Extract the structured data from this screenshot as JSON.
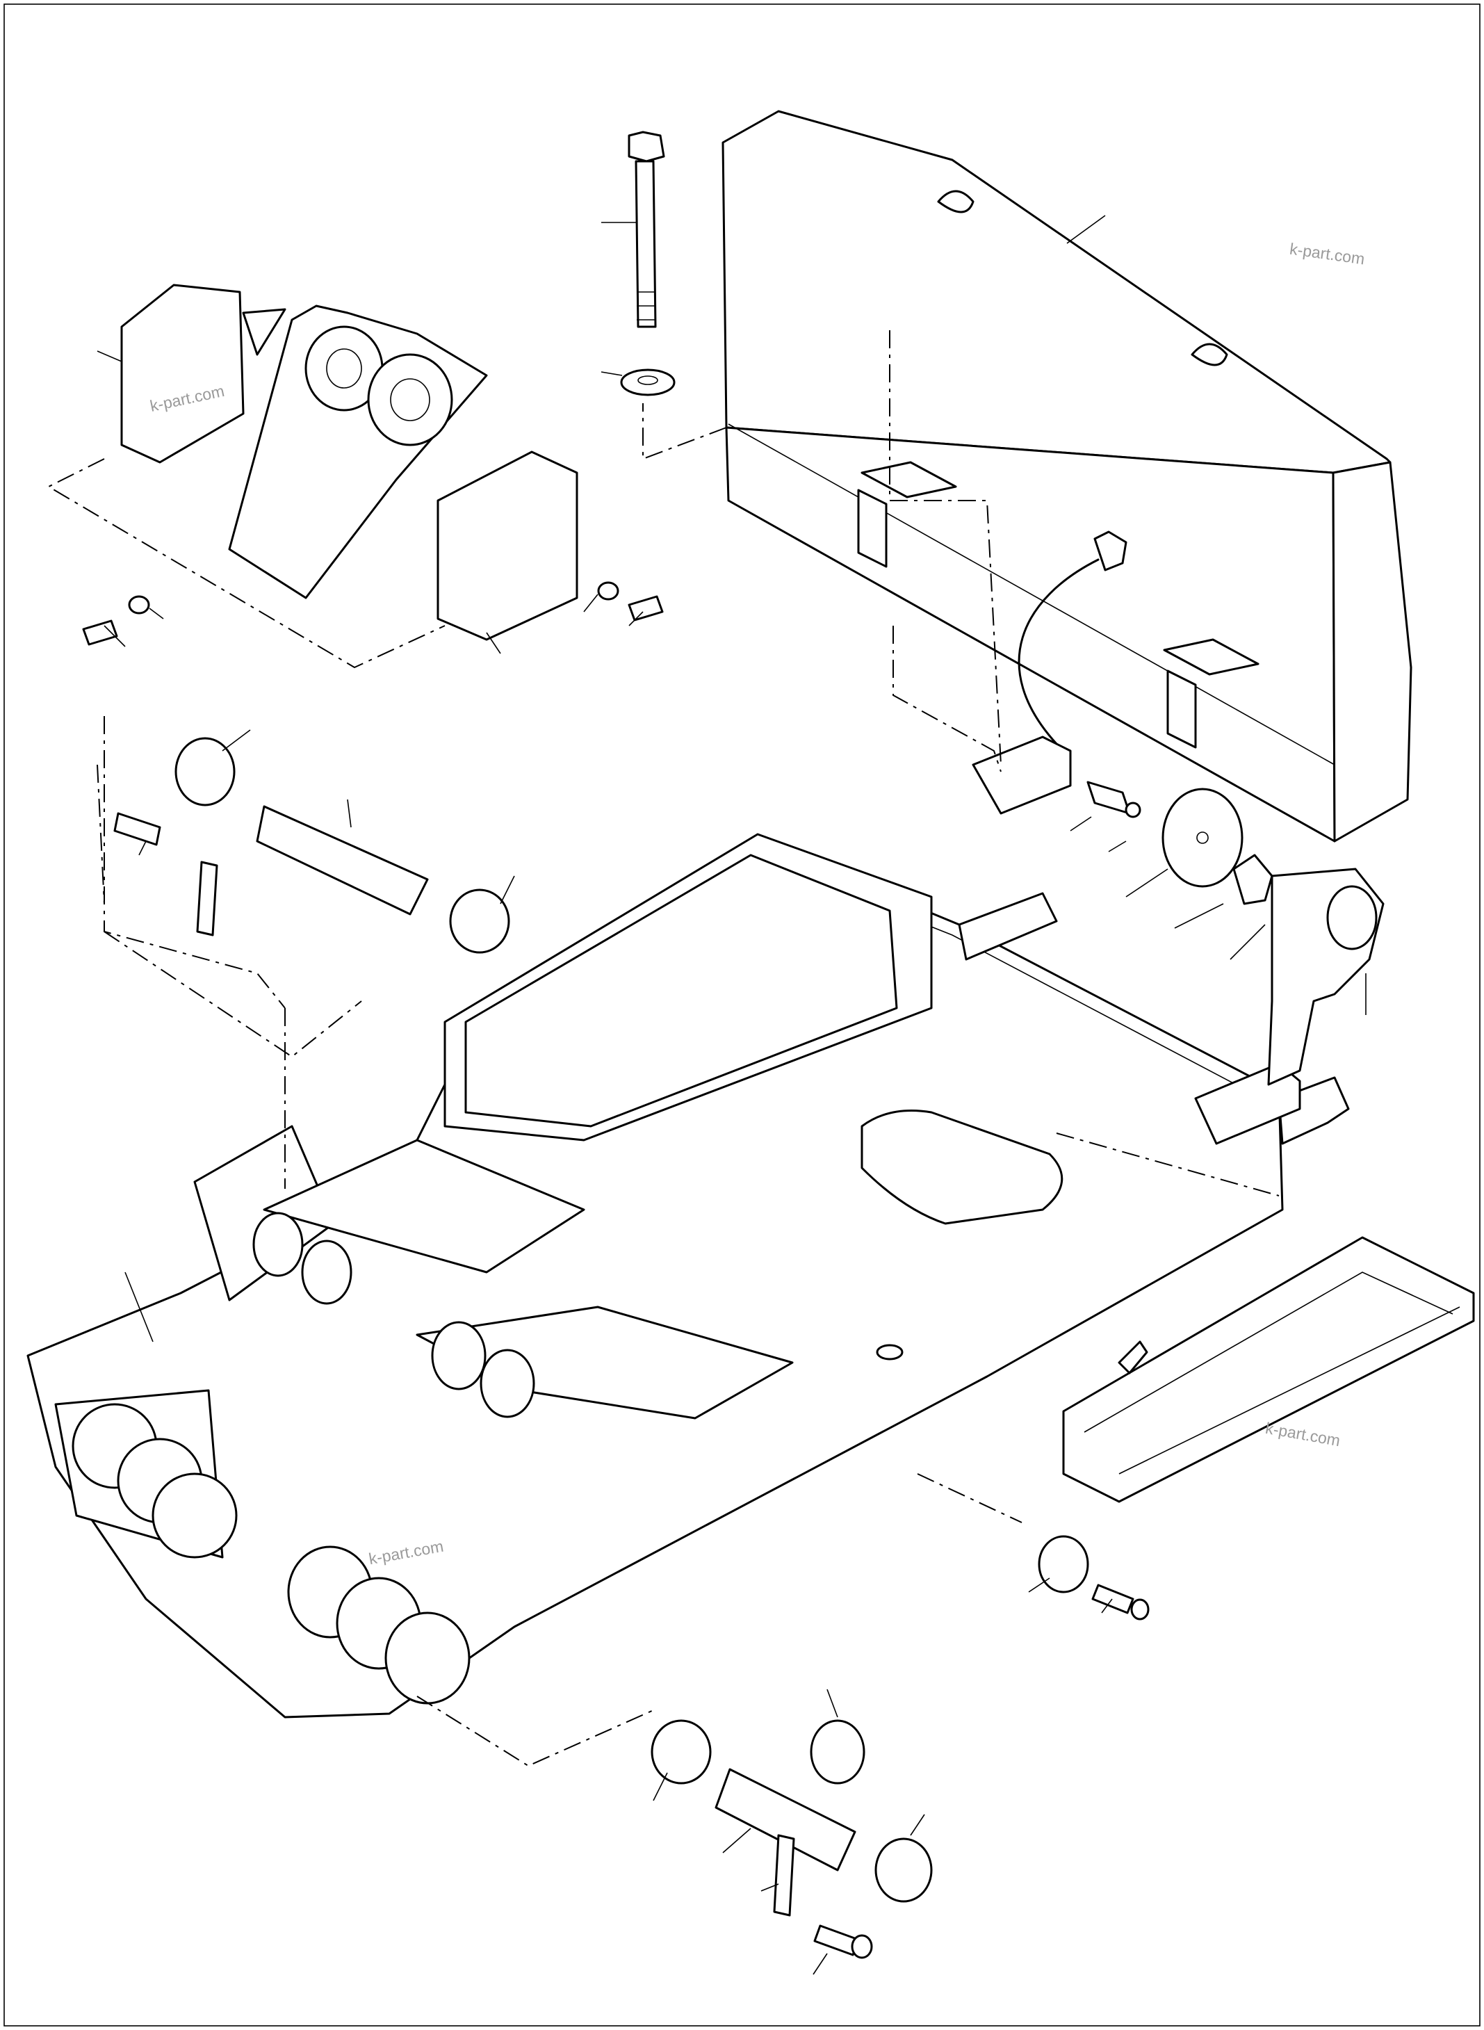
{
  "diagram": {
    "background": "#ffffff",
    "line_color": "#000000",
    "watermark_color": "#9a9a9a",
    "watermarks": [
      "k-part.com",
      "k-part.com",
      "k-part.com",
      "k-part.com"
    ]
  }
}
